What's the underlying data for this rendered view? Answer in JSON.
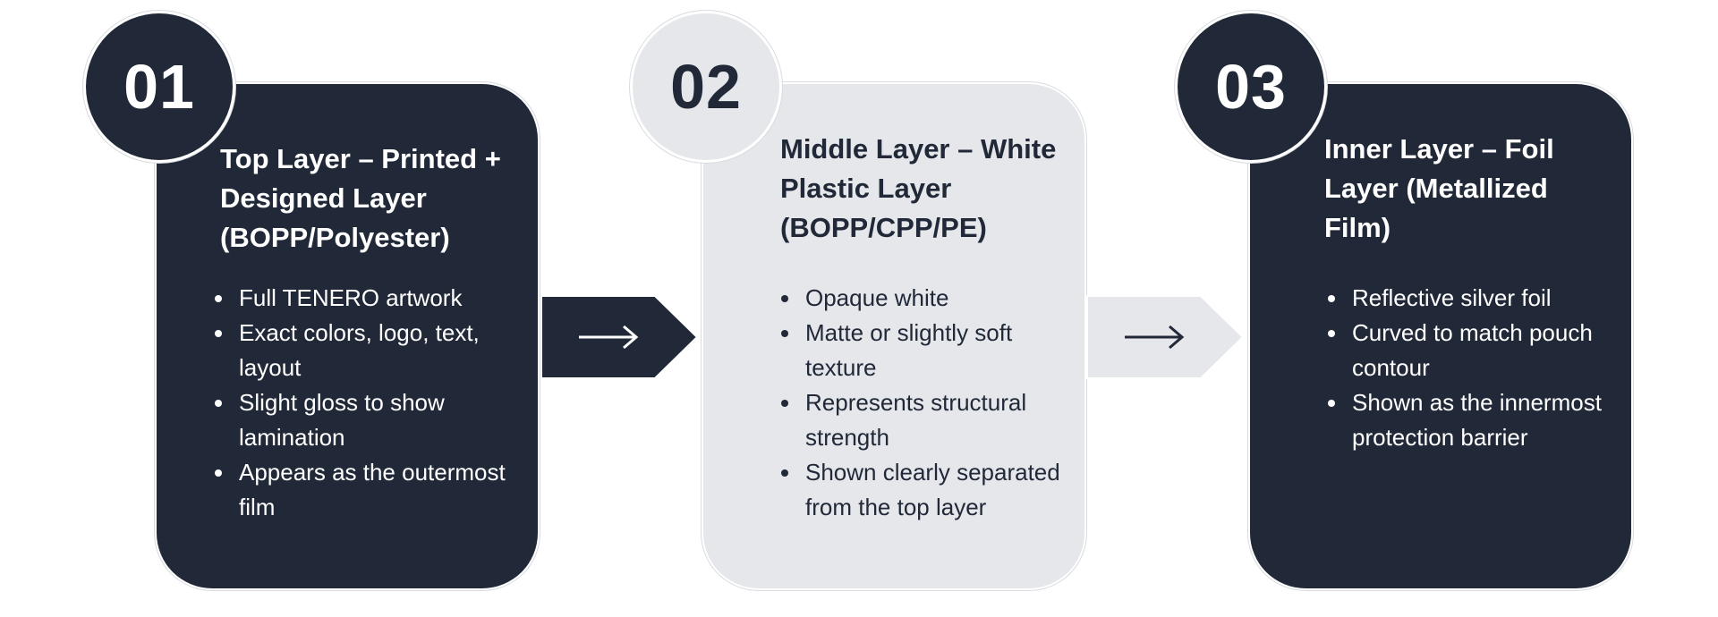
{
  "steps": [
    {
      "number": "01",
      "title": "Top Layer – Printed + Designed Layer (BOPP/Polyester)",
      "bullets": [
        "Full TENERO artwork",
        "Exact colors, logo, text, layout",
        "Slight gloss to show lamination",
        "Appears as the outermost film"
      ],
      "theme": "dark"
    },
    {
      "number": "02",
      "title": "Middle Layer – White Plastic Layer (BOPP/CPP/PE)",
      "bullets": [
        "Opaque white",
        "Matte or slightly soft texture",
        "Represents structural strength",
        "Shown clearly separated from the top layer"
      ],
      "theme": "light"
    },
    {
      "number": "03",
      "title": "Inner Layer – Foil Layer (Metallized Film)",
      "bullets": [
        "Reflective silver foil",
        "Curved to match pouch contour",
        "Shown as the innermost protection barrier"
      ],
      "theme": "dark"
    }
  ],
  "connectors": [
    {
      "icon": "arrow-right-icon",
      "theme": "dark"
    },
    {
      "icon": "arrow-right-icon",
      "theme": "light"
    }
  ],
  "colors": {
    "dark": "#212938",
    "light": "#e5e7eb",
    "background": "#ffffff"
  }
}
